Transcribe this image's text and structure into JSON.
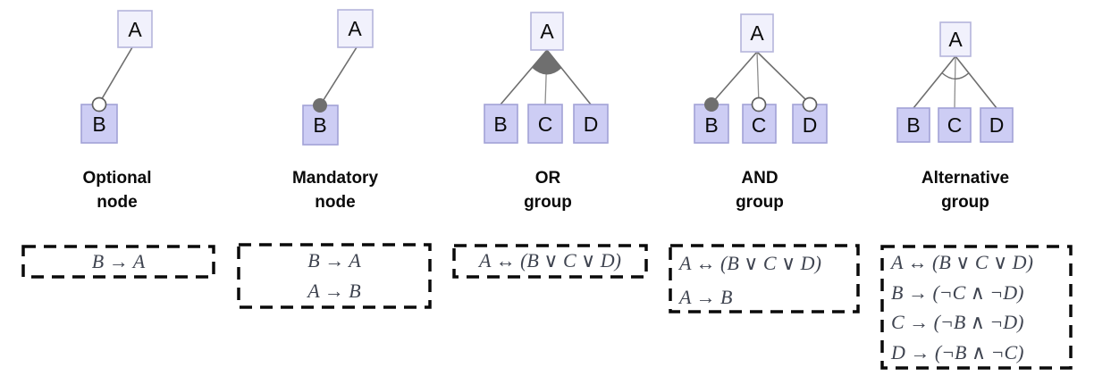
{
  "columns": [
    {
      "id": "optional-node",
      "label": "Optional\nnode",
      "parent": "A",
      "children": [
        "B"
      ],
      "marker": "open-circle",
      "formulas": [
        "B → A"
      ]
    },
    {
      "id": "mandatory-node",
      "label": "Mandatory\nnode",
      "parent": "A",
      "children": [
        "B"
      ],
      "marker": "filled-circle",
      "formulas": [
        "B → A",
        "A → B"
      ]
    },
    {
      "id": "or-group",
      "label": "OR\ngroup",
      "parent": "A",
      "children": [
        "B",
        "C",
        "D"
      ],
      "marker": "filled-wedge",
      "formulas": [
        "A ↔ (B ∨ C ∨ D)"
      ]
    },
    {
      "id": "and-group",
      "label": "AND\ngroup",
      "parent": "A",
      "children": [
        "B",
        "C",
        "D"
      ],
      "marker": "filled-and-open-circles",
      "formulas": [
        "A ↔ (B ∨ C ∨ D)",
        "A → B"
      ]
    },
    {
      "id": "alternative-group",
      "label": "Alternative\ngroup",
      "parent": "A",
      "children": [
        "B",
        "C",
        "D"
      ],
      "marker": "open-arc",
      "formulas": [
        "A ↔ (B ∨ C ∨ D)",
        "B → (¬C ∧ ¬D)",
        "C → (¬B ∧ ¬D)",
        "D → (¬B ∧ ¬C)"
      ]
    }
  ],
  "colors": {
    "parent_node_fill": "#f1f1fc",
    "parent_node_border": "#b5b5db",
    "child_node_fill": "#cdcdf4",
    "child_node_border": "#a2a2d6",
    "connector": "#6e6e6e",
    "group_marker_fill": "#6f6f6f",
    "formula_text": "#3f4450",
    "dashed_box_border": "#0a0a0a"
  }
}
